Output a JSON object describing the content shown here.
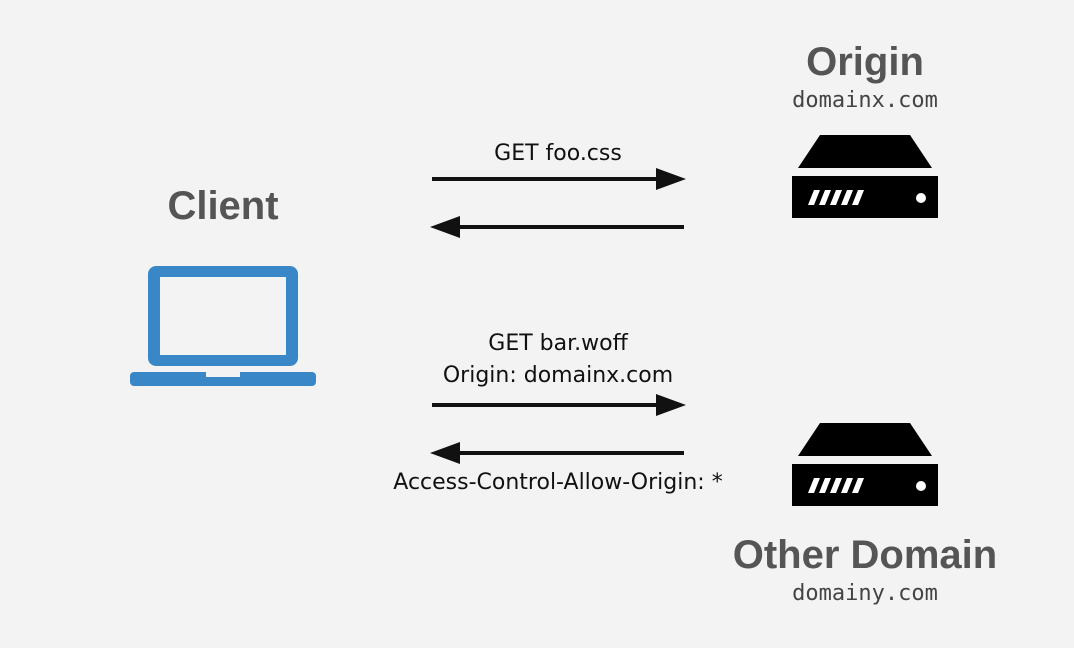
{
  "client": {
    "title": "Client",
    "icon": "laptop-icon",
    "color": "#3a87c8"
  },
  "origin": {
    "title": "Origin",
    "domain": "domainx.com",
    "icon": "server-icon"
  },
  "other": {
    "title": "Other Domain",
    "domain": "domainy.com",
    "icon": "server-icon"
  },
  "requests": {
    "first": {
      "label": "GET foo.css"
    },
    "second": {
      "line1": "GET bar.woff",
      "line2": "Origin: domainx.com",
      "response": "Access-Control-Allow-Origin: *"
    }
  },
  "colors": {
    "background": "#f3f3f3",
    "title_text": "#555555",
    "arrow": "#111111",
    "server": "#000000"
  }
}
